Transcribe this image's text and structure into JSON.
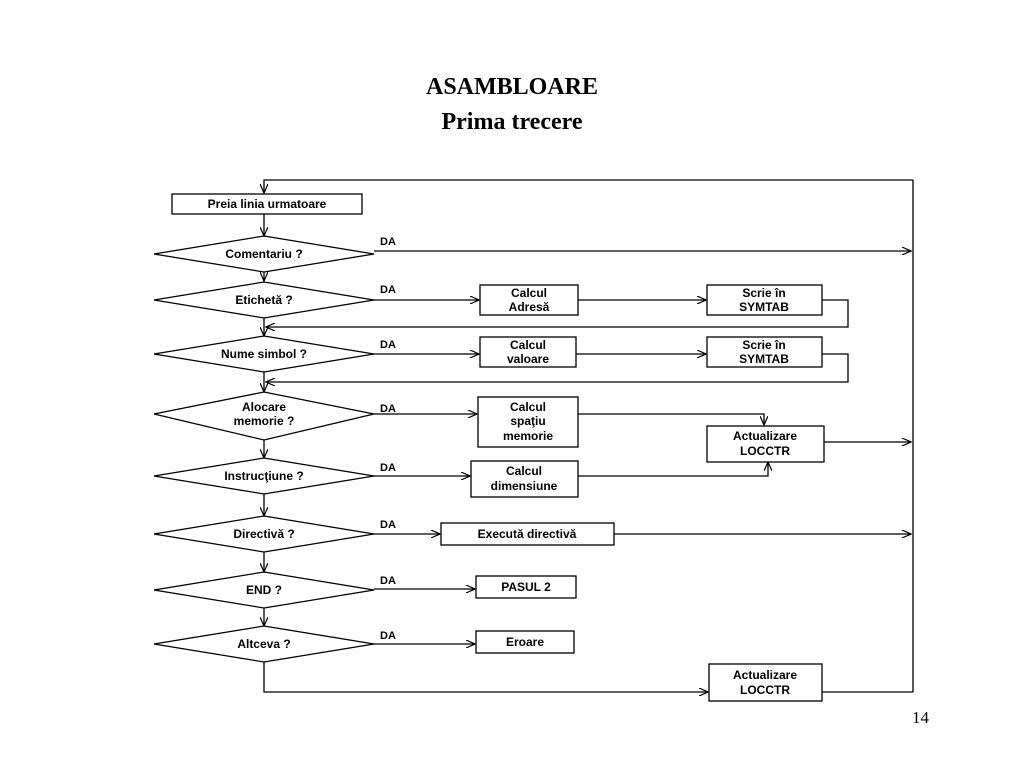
{
  "slide": {
    "title": "ASAMBLOARE",
    "subtitle": "Prima trecere",
    "page_number": "14"
  },
  "flowchart": {
    "start_box": "Preia linia urmatoare",
    "yes_label": "DA",
    "decisions": {
      "comentariu": "Comentariu ?",
      "eticheta": "Etichetă ?",
      "nume_simbol": "Nume simbol ?",
      "alocare_line1": "Alocare",
      "alocare_line2": "memorie ?",
      "instructiune": "Instrucţiune ?",
      "directiva": "Directivă ?",
      "end": "END ?",
      "altceva": "Altceva ?"
    },
    "actions": {
      "calcul_adresa_line1": "Calcul",
      "calcul_adresa_line2": "Adresă",
      "scrie_symtab1_line1": "Scrie în",
      "scrie_symtab1_line2": "SYMTAB",
      "calcul_valoare_line1": "Calcul",
      "calcul_valoare_line2": "valoare",
      "scrie_symtab2_line1": "Scrie în",
      "scrie_symtab2_line2": "SYMTAB",
      "calcul_spatiu_line1": "Calcul",
      "calcul_spatiu_line2": "spaţiu",
      "calcul_spatiu_line3": "memorie",
      "actualizare1_line1": "Actualizare",
      "actualizare1_line2": "LOCCTR",
      "calcul_dimensiune_line1": "Calcul",
      "calcul_dimensiune_line2": "dimensiune",
      "executa_directiva": "Execută directivă",
      "pasul2": "PASUL 2",
      "eroare": "Eroare",
      "actualizare2_line1": "Actualizare",
      "actualizare2_line2": "LOCCTR"
    }
  }
}
